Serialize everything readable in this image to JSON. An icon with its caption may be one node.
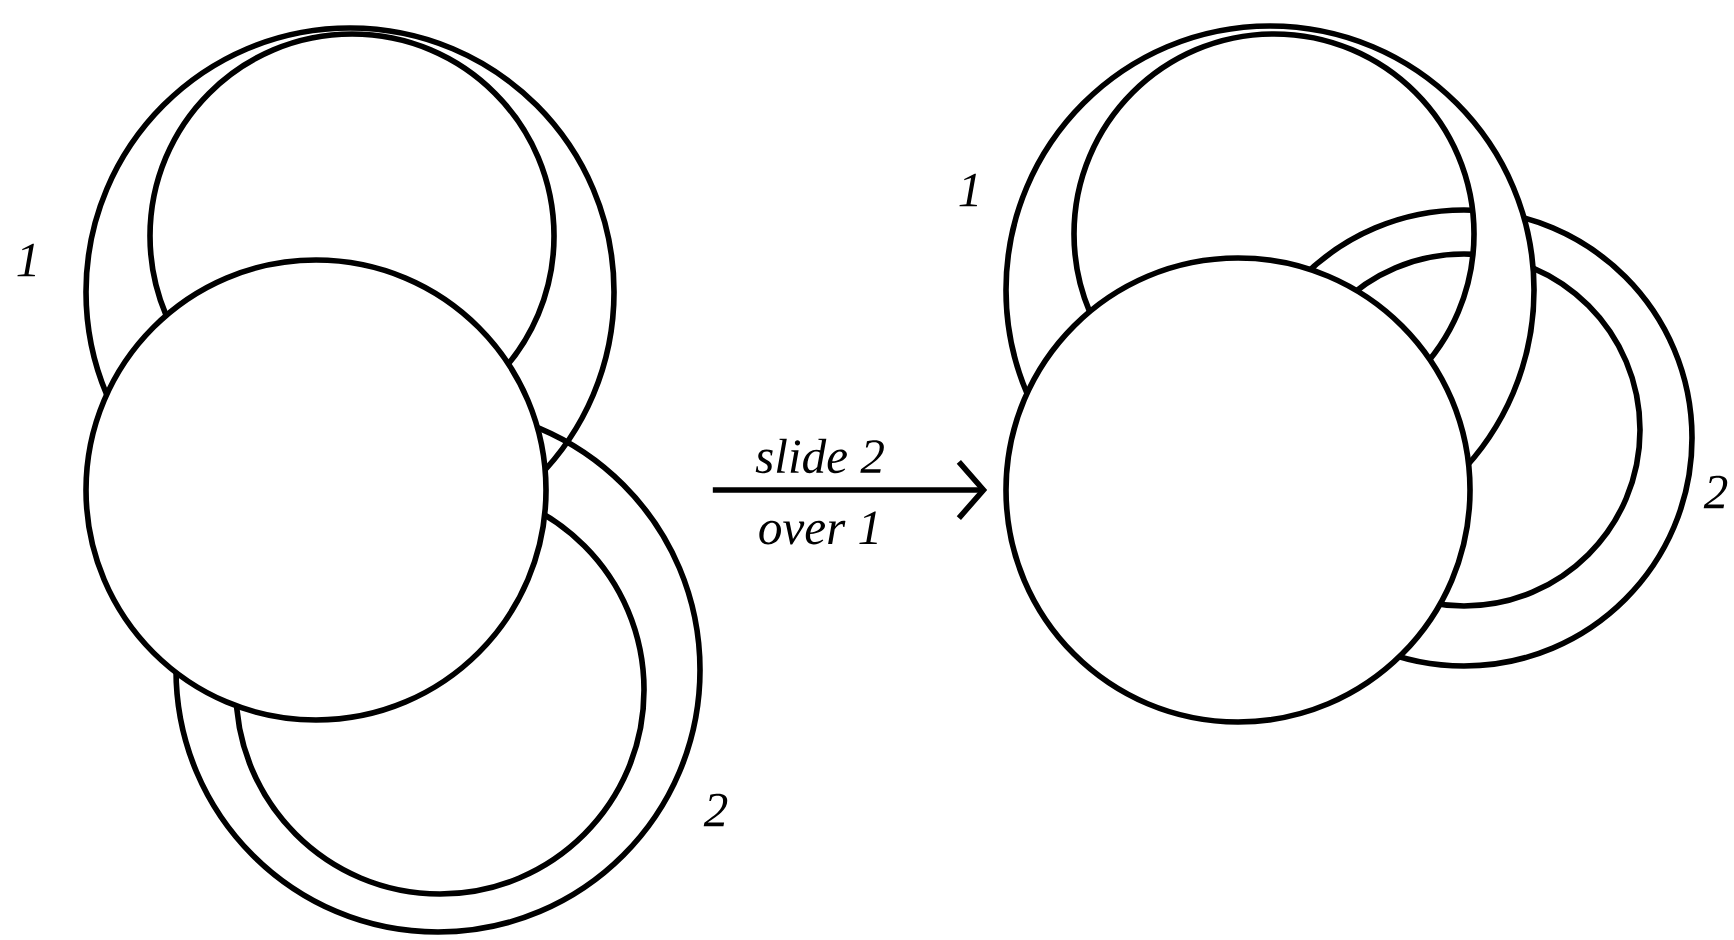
{
  "diagram": {
    "nodes": [
      {
        "text": [],
        "shape": "picture"
      },
      {
        "text": [],
        "shape": "picture"
      }
    ],
    "edges": [
      {
        "from": 0,
        "to": 1,
        "arrow": "to",
        "label": "slide 2"
      }
    ],
    "labels": [
      "1",
      "2",
      "over 1",
      "1",
      "2"
    ]
  }
}
